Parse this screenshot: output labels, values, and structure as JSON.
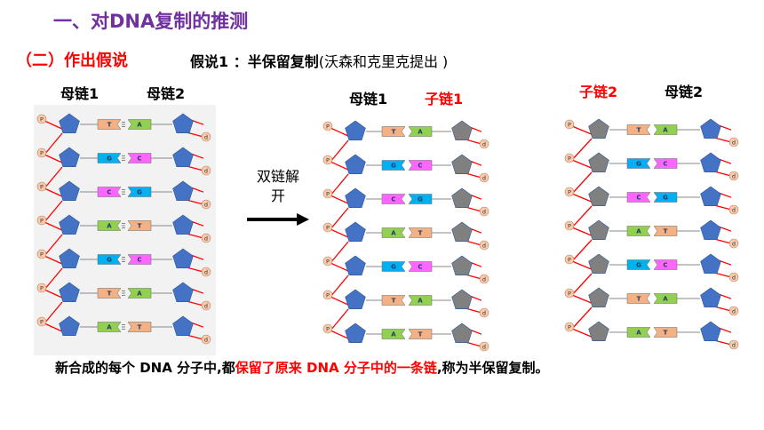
{
  "title": "一、对DNA复制的推测",
  "subtitle": "（二）作出假说",
  "hypothesis": {
    "label": "假说1 ：半保留复制",
    "paren": "(沃森和克里克提出 )"
  },
  "panels": {
    "left": {
      "label_a": "母链1",
      "label_b": "母链2"
    },
    "middle": {
      "label_a": "母链1",
      "label_b": "子链1"
    },
    "right": {
      "label_a": "子链2",
      "label_b": "母链2"
    }
  },
  "arrow_text": "双链解开",
  "pairs_left": [
    [
      "T",
      "A"
    ],
    [
      "G",
      "C"
    ],
    [
      "C",
      "G"
    ],
    [
      "A",
      "T"
    ],
    [
      "G",
      "C"
    ],
    [
      "T",
      "A"
    ],
    [
      "A",
      "T"
    ]
  ],
  "pairs_middle": [
    [
      "T",
      "A"
    ],
    [
      "G",
      "C"
    ],
    [
      "C",
      "G"
    ],
    [
      "A",
      "T"
    ],
    [
      "G",
      "C"
    ],
    [
      "T",
      "A"
    ],
    [
      "A",
      "T"
    ]
  ],
  "pairs_right": [
    [
      "T",
      "A"
    ],
    [
      "G",
      "C"
    ],
    [
      "C",
      "G"
    ],
    [
      "A",
      "T"
    ],
    [
      "G",
      "C"
    ],
    [
      "T",
      "A"
    ],
    [
      "A",
      "T"
    ]
  ],
  "phosphate_label": "P",
  "deoxyribose_label": "d",
  "conclusion": {
    "part1": "新合成的每个 DNA 分子中,都",
    "part2": "保留了原来 DNA 分子中的一条链",
    "part3": ",称为半保留复制。"
  },
  "colors": {
    "T": "#f4b183",
    "A": "#92d050",
    "G": "#00b0f0",
    "C": "#ff66ff",
    "sugar_blue": "#4472c4",
    "sugar_grey": "#808080",
    "backbone": "#ff0000"
  }
}
